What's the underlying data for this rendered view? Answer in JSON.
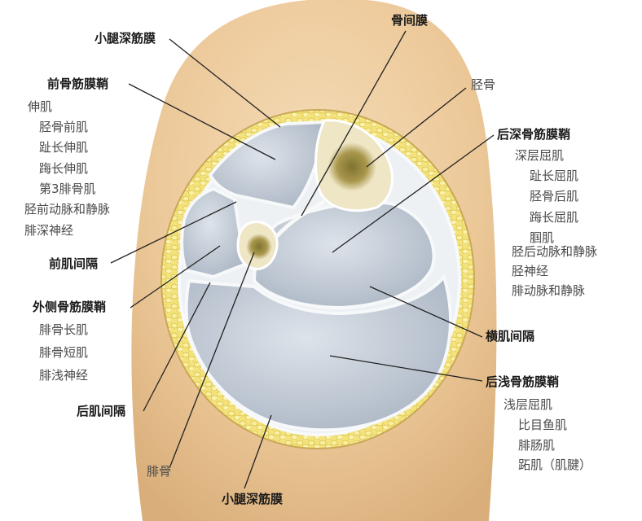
{
  "labels": {
    "deep_fascia_top": "小腿深筋膜",
    "interosseous_membrane": "骨间膜",
    "anterior_compartment": "前骨筋膜鞘",
    "anterior_muscles": [
      "伸肌",
      "胫骨前肌",
      "趾长伸肌",
      "踇长伸肌",
      "第3腓骨肌",
      "胫前动脉和静脉",
      "腓深神经"
    ],
    "tibia": "胫骨",
    "deep_posterior_compartment": "后深骨筋膜鞘",
    "deep_posterior_items": [
      "深层屈肌",
      "趾长屈肌",
      "胫骨后肌",
      "踇长屈肌",
      "腘肌",
      "胫后动脉和静脉",
      "胫神经",
      "腓动脉和静脉"
    ],
    "anterior_septum": "前肌间隔",
    "lateral_compartment": "外侧骨筋膜鞘",
    "lateral_items": [
      "腓骨长肌",
      "腓骨短肌",
      "腓浅神经"
    ],
    "transverse_septum": "横肌间隔",
    "superficial_posterior_compartment": "后浅骨筋膜鞘",
    "superficial_posterior_items": [
      "浅层屈肌",
      "比目鱼肌",
      "腓肠肌",
      "跖肌（肌腱）"
    ],
    "posterior_septum": "后肌间隔",
    "fibula": "腓骨",
    "deep_fascia_bottom": "小腿深筋膜"
  },
  "colors": {
    "skin": "#e9c79c",
    "fat": "#f3e27c",
    "compartment": "#c3cdd8",
    "bone": "#efe6c6",
    "marrow": "#9d8c45",
    "leader": "#222222"
  }
}
